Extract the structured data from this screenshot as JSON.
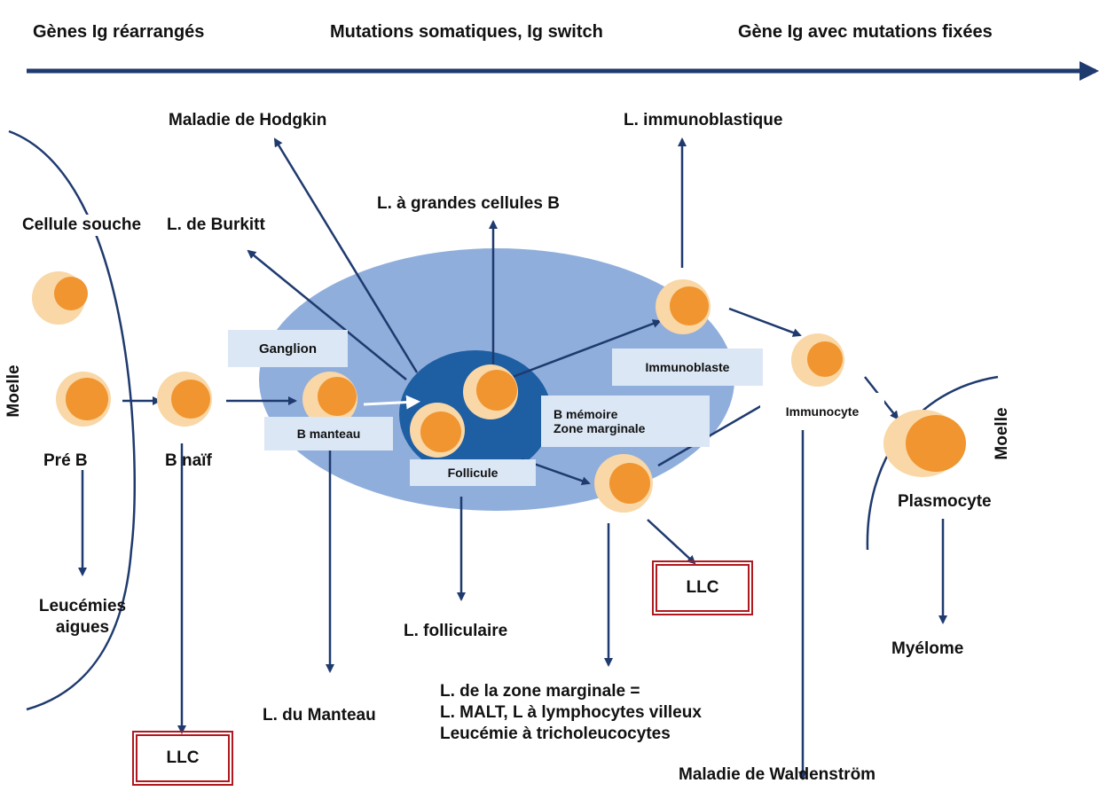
{
  "top_bar": {
    "stage1": "Gènes Ig réarrangés",
    "stage2": "Mutations somatiques, Ig switch",
    "stage3": "Gène Ig avec mutations fixées"
  },
  "compartments": {
    "moelle_left": "Moelle",
    "moelle_right": "Moelle",
    "ganglion": "Ganglion",
    "follicule": "Follicule"
  },
  "cells": {
    "cellule_souche": "Cellule souche",
    "pre_b": "Pré B",
    "b_naif": "B naïf",
    "b_manteau": "B manteau",
    "b_memoire_line1": "B mémoire",
    "b_memoire_line2": "Zone marginale",
    "immunoblaste": "Immunoblaste",
    "immunocyte": "Immunocyte",
    "plasmocyte": "Plasmocyte"
  },
  "diseases": {
    "hodgkin": "Maladie de Hodgkin",
    "burkitt": "L. de Burkitt",
    "grandes_cellules": "L. à grandes cellules B",
    "immunoblastique": "L. immunoblastique",
    "leucemies_line1": "Leucémies",
    "leucemies_line2": "aigues",
    "llc_left": "LLC",
    "manteau": "L. du Manteau",
    "folliculaire": "L. folliculaire",
    "llc_mid": "LLC",
    "zone_marginale_line1": "L. de la zone marginale =",
    "zone_marginale_line2": "L. MALT, L à lymphocytes villeux",
    "zone_marginale_line3": "Leucémie à tricholeucocytes",
    "waldenstrom": "Maladie de Waldenström",
    "myelome": "Myélome"
  },
  "colors": {
    "arrow": "#1f3a6e",
    "ganglion_fill": "#8faedb",
    "follicle_fill": "#1e5ea3",
    "cell_outer": "#f9d7a6",
    "cell_nucleus": "#f0952f",
    "label_box": "#dbe7f5",
    "llc_border": "#b0191e"
  }
}
